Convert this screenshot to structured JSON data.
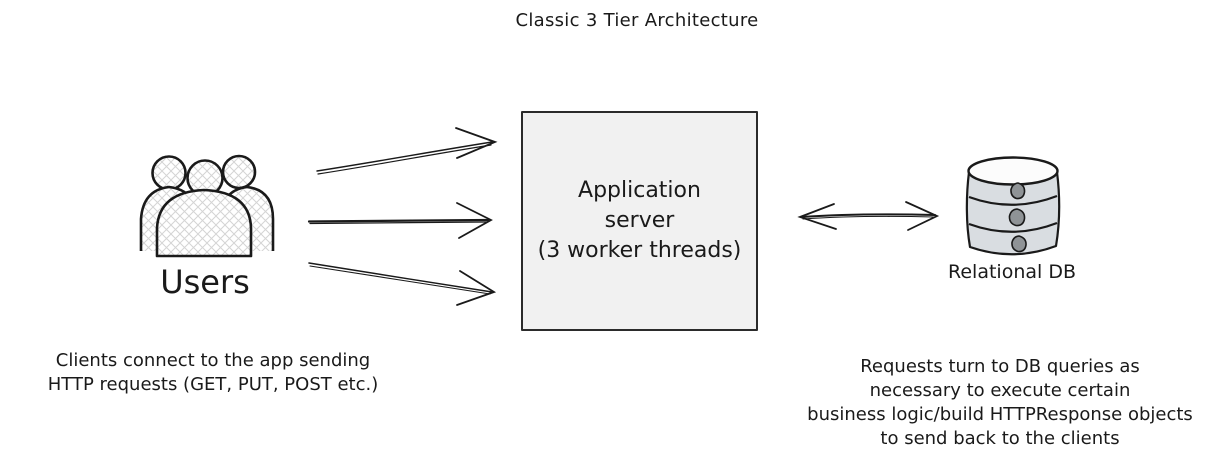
{
  "title": "Classic 3 Tier Architecture",
  "nodes": {
    "users": {
      "label": "Users",
      "icon": "users-group-icon"
    },
    "app_server": {
      "label": "Application\nserver\n(3 worker threads)"
    },
    "database": {
      "label": "Relational DB",
      "icon": "database-cylinder-icon"
    }
  },
  "connections": {
    "users_to_server": {
      "style": "three hand-drawn arrows",
      "direction": "left-to-right"
    },
    "server_to_database": {
      "style": "hand-drawn double-headed arrow",
      "direction": "bidirectional"
    }
  },
  "captions": {
    "left": "Clients connect to the app sending\nHTTP requests (GET, PUT, POST etc.)",
    "right": "Requests turn to DB queries as\nnecessary to execute certain\nbusiness logic/build HTTPResponse objects\nto send back to the clients"
  },
  "colors": {
    "background": "#ffffff",
    "ink": "#1a1a1a",
    "server_box_fill": "#f1f1f1",
    "db_body_fill": "#d9dde1",
    "db_top_fill": "#fcfcfc",
    "db_dot_fill": "#8f9396",
    "hatch_line": "#d4d4d4"
  }
}
